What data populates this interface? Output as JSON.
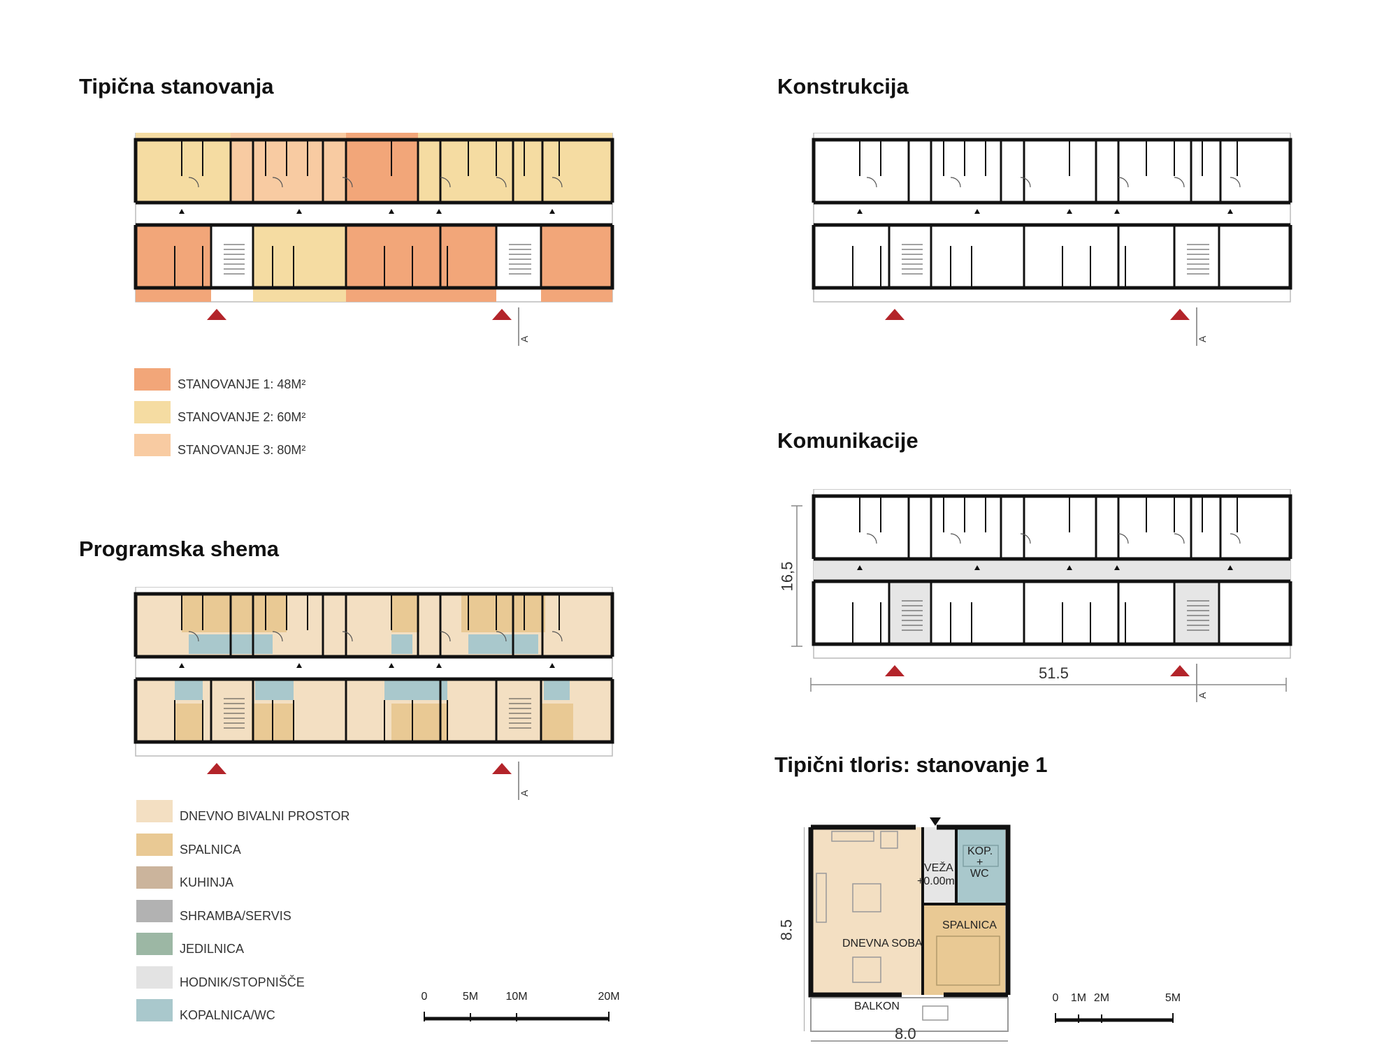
{
  "sections": {
    "typical_apartments": "Tipična stanovanja",
    "construction": "Konstrukcija",
    "program_scheme": "Programska shema",
    "communications": "Komunikacije",
    "typical_plan": "Tipični tloris: stanovanje 1"
  },
  "apartment_legend": [
    {
      "label": "STANOVANJE 1: 48M²",
      "color": "#f2a679"
    },
    {
      "label": "STANOVANJE 2: 60M²",
      "color": "#f5dca2"
    },
    {
      "label": "STANOVANJE 3: 80M²",
      "color": "#f8cba2"
    }
  ],
  "program_legend": [
    {
      "label": "DNEVNO BIVALNI PROSTOR",
      "color": "#f3dfc2"
    },
    {
      "label": "SPALNICA",
      "color": "#e9c994"
    },
    {
      "label": "KUHINJA",
      "color": "#cbb49c"
    },
    {
      "label": "SHRAMBA/SERVIS",
      "color": "#b2b2b2"
    },
    {
      "label": "JEDILNICA",
      "color": "#9cb7a4"
    },
    {
      "label": "HODNIK/STOPNIŠČE",
      "color": "#e3e3e3"
    },
    {
      "label": "KOPALNICA/WC",
      "color": "#a9c8cc"
    }
  ],
  "section_marker": "A",
  "dimensions": {
    "building_depth": "16,5",
    "building_length": "51.5",
    "unit_depth": "8.5",
    "unit_width": "8.0"
  },
  "scale_large": [
    "0",
    "5M",
    "10M",
    "20M"
  ],
  "scale_small": [
    "0",
    "1M",
    "2M",
    "5M"
  ],
  "rooms": {
    "entrance": "VEŽA",
    "entrance_level": "+0.00m",
    "bath_1": "KOP.",
    "bath_2": "+",
    "bath_3": "WC",
    "bedroom": "SPALNICA",
    "living": "DNEVNA SOBA",
    "balcony": "BALKON"
  },
  "colors": {
    "wall": "#111111",
    "arrow": "#b3242a",
    "corridor": "#e6e6e6",
    "apt1": "#f2a679",
    "apt2": "#f5dca2",
    "apt3": "#f8cba2",
    "living": "#f3dfc2",
    "bedroom": "#e9c994",
    "bath": "#a9c8cc"
  }
}
